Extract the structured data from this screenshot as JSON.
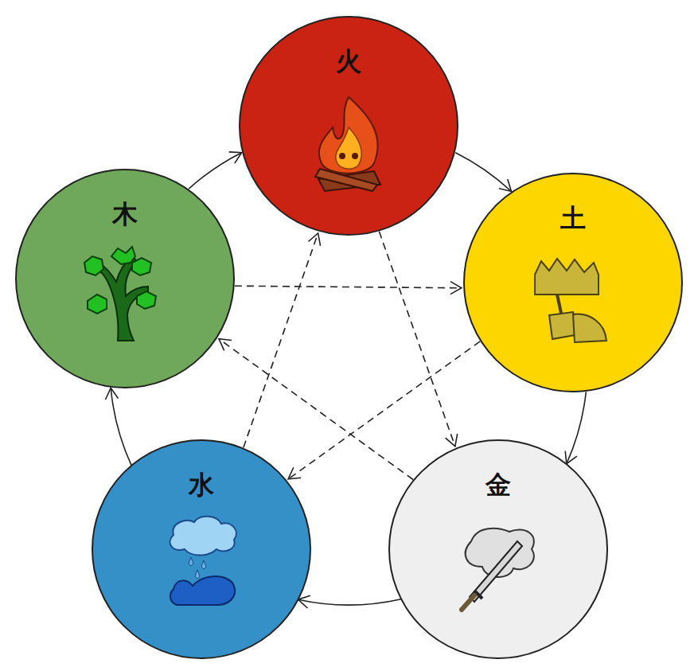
{
  "diagram": {
    "nodes": [
      {
        "text": [
          "火"
        ]
      },
      {
        "text": [
          "土"
        ]
      },
      {
        "text": [
          "金"
        ]
      },
      {
        "text": [
          "水"
        ]
      },
      {
        "text": [
          "木"
        ]
      }
    ],
    "edges": [
      {
        "from": 4,
        "to": 0,
        "arrow": "to"
      },
      {
        "from": 0,
        "to": 1,
        "arrow": "to"
      },
      {
        "from": 1,
        "to": 2,
        "arrow": "to"
      },
      {
        "from": 2,
        "to": 3,
        "arrow": "to"
      },
      {
        "from": 3,
        "to": 4,
        "arrow": "to"
      },
      {
        "from": 4,
        "to": 1,
        "arrow": "to"
      },
      {
        "from": 1,
        "to": 3,
        "arrow": "to"
      },
      {
        "from": 3,
        "to": 0,
        "arrow": "to"
      },
      {
        "from": 0,
        "to": 2,
        "arrow": "to"
      },
      {
        "from": 2,
        "to": 4,
        "arrow": "to"
      }
    ]
  }
}
